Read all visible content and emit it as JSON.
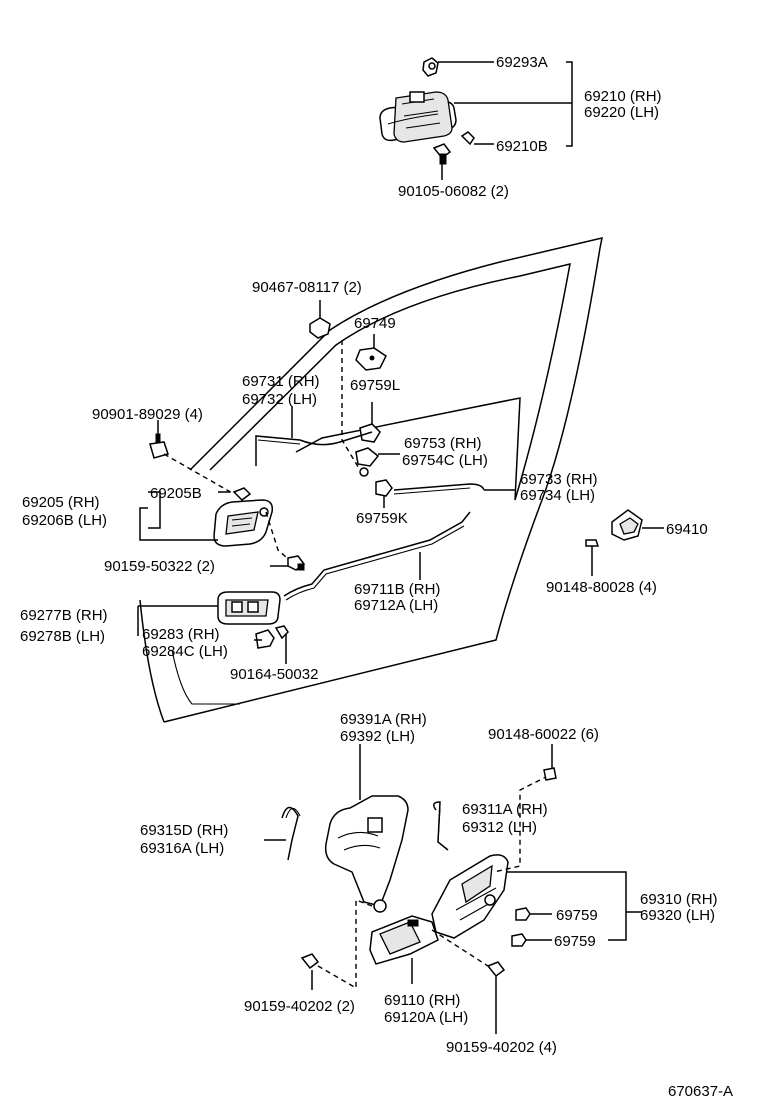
{
  "labels": {
    "l_69293A": "69293A",
    "l_69210": "69210 (RH)",
    "l_69220": "69220 (LH)",
    "l_69210B": "69210B",
    "l_90105": "90105-06082 (2)",
    "l_90467": "90467-08117 (2)",
    "l_69749": "69749",
    "l_69731": "69731 (RH)",
    "l_69732": "69732 (LH)",
    "l_69759L": "69759L",
    "l_90901": "90901-89029 (4)",
    "l_69753": "69753   (RH)",
    "l_69754C": "69754C (LH)",
    "l_69733": "69733 (RH)",
    "l_69734": "69734 (LH)",
    "l_69205": "69205   (RH)",
    "l_69206B": "69206B (LH)",
    "l_69205B": "69205B",
    "l_69759K": "69759K",
    "l_69410": "69410",
    "l_90159_50322": "90159-50322 (2)",
    "l_69711B": "69711B (RH)",
    "l_69712A": "69712A (LH)",
    "l_90148_80028": "90148-80028 (4)",
    "l_69277B": "69277B (RH)",
    "l_69278B": "69278B (LH)",
    "l_69283": "69283     (RH)",
    "l_69284C": "69284C (LH)",
    "l_90164": "90164-50032",
    "l_69391A": "69391A (RH)",
    "l_69392": "69392    (LH)",
    "l_90148_60022": "90148-60022 (6)",
    "l_69315D": "69315D (RH)",
    "l_69316A": "69316A (LH)",
    "l_69311A": "69311A (RH)",
    "l_69312": "69312    (LH)",
    "l_69310": "69310 (RH)",
    "l_69320": "69320 (LH)",
    "l_69759a": "69759",
    "l_69759b": "69759",
    "l_90159_40202a": "90159-40202 (2)",
    "l_69110": "69110     (RH)",
    "l_69120A": "69120A (LH)",
    "l_90159_40202b": "90159-40202 (4)",
    "l_ref": "670637-A"
  }
}
